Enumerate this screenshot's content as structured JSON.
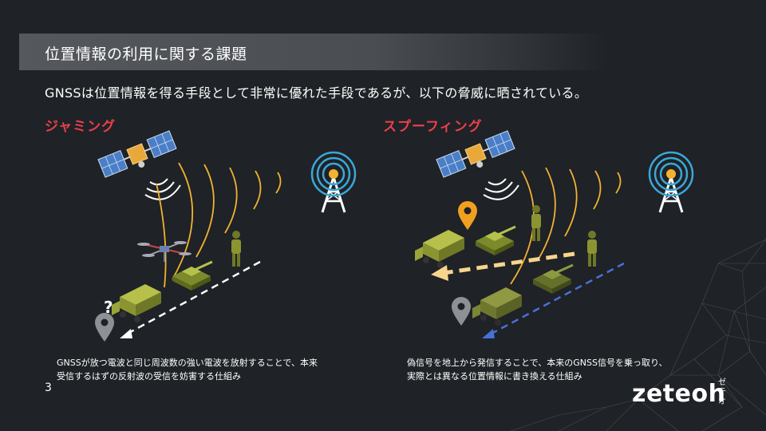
{
  "slide": {
    "title": "位置情報の利用に関する課題",
    "subtitle": "GNSSは位置情報を得る手段として非常に優れた手段であるが、以下の脅威に晒されている。",
    "jamming": {
      "heading": "ジャミング",
      "desc_line1": "GNSSが放つ電波と同じ周波数の強い電波を放射することで、本来",
      "desc_line2": "受信するはずの反射波の受信を妨害する仕組み",
      "question_mark": "?"
    },
    "spoofing": {
      "heading": "スプーフィング",
      "desc_line1": "偽信号を地上から発信することで、本来のGNSS信号を乗っ取り、",
      "desc_line2": "実際とは異なる位置情報に書き換える仕組み"
    },
    "page_number": "3",
    "logo": {
      "main": "zeteoh",
      "sub": "ゼテオ"
    }
  },
  "colors": {
    "background": "#1f2226",
    "title_bar": "#55585d",
    "heading_red": "#e8404a",
    "signal_yellow": "#f2b233",
    "satellite_blue": "#4a7fc7",
    "tower_blue": "#3ba7d8",
    "arrow_blue": "#4a6fd8",
    "tank_green": "#9aa63a",
    "pin_gray": "#8d9095",
    "pin_orange": "#f0a020"
  },
  "icons": [
    "satellite-icon",
    "radio-tower-icon",
    "drone-icon",
    "tank-icon",
    "truck-icon",
    "soldier-icon",
    "location-pin-icon"
  ]
}
